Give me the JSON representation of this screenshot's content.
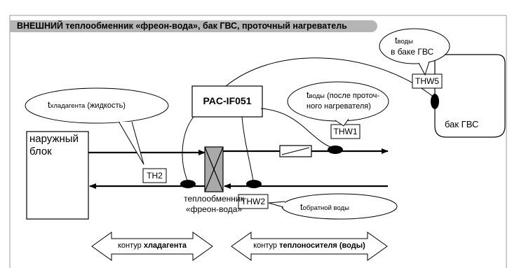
{
  "header": {
    "title": "ВНЕШНИЙ теплообменник «фреон-вода», бак ГВС, проточный нагреватель"
  },
  "units": {
    "outdoor_unit": "наружный\nблок",
    "controller": "PAC-IF051",
    "heat_exchanger": "теплообменник\n«фреон-вода»",
    "dhw_tank": "бак ГВС"
  },
  "sensors": {
    "th2": "TH2",
    "thw1": "THW1",
    "thw2": "THW2",
    "thw5": "THW5"
  },
  "callouts": {
    "refrigerant": {
      "t": "t",
      "sub": "хладагента",
      "rest": " (жидкость)"
    },
    "water_after_heater": {
      "t": "t",
      "sub": "воды",
      "rest": " (после проточ-",
      "line2": "ного нагревателя)"
    },
    "water_in_tank": {
      "t": "t",
      "sub": "воды",
      "line2": "в баке ГВС"
    },
    "return_water": {
      "t": "t",
      "sub": "обратной воды"
    }
  },
  "circuits": {
    "refrigerant": {
      "prefix": "контур ",
      "bold": "хладагента"
    },
    "heat_carrier": {
      "prefix": "контур ",
      "bold": "теплоносителя (воды)"
    }
  },
  "colors": {
    "banner": "#b5b5b5",
    "exchanger_fill": "#a9a9a9",
    "sensor": "#000000"
  }
}
